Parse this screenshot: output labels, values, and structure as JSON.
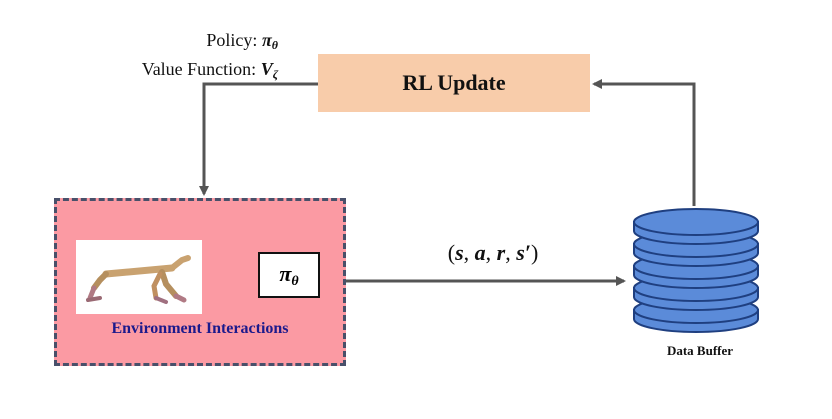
{
  "labels": {
    "policy_prefix": "Policy: ",
    "policy_symbol": "π",
    "policy_sub": "θ",
    "value_prefix": "Value Function: ",
    "value_symbol": "V",
    "value_sub": "ζ"
  },
  "rl_update": {
    "label": "RL Update"
  },
  "environment": {
    "label": "Environment Interactions",
    "policy_symbol": "π",
    "policy_sub": "θ"
  },
  "transition": {
    "open": "(",
    "s": "s",
    "a": "a",
    "r": "r",
    "s_prime": "s′",
    "close": ")",
    "sep": ", "
  },
  "data_buffer": {
    "label": "Data Buffer"
  },
  "colors": {
    "rl_update_fill": "#f8ccaa",
    "environment_fill": "#fb9aa3",
    "environment_border": "#48506a",
    "environment_label": "#1c1a8c",
    "arrow": "#555555",
    "double_arrow": "#3a6cc8",
    "buffer_fill": "#5b8bd9",
    "buffer_stroke": "#1f3f80"
  }
}
